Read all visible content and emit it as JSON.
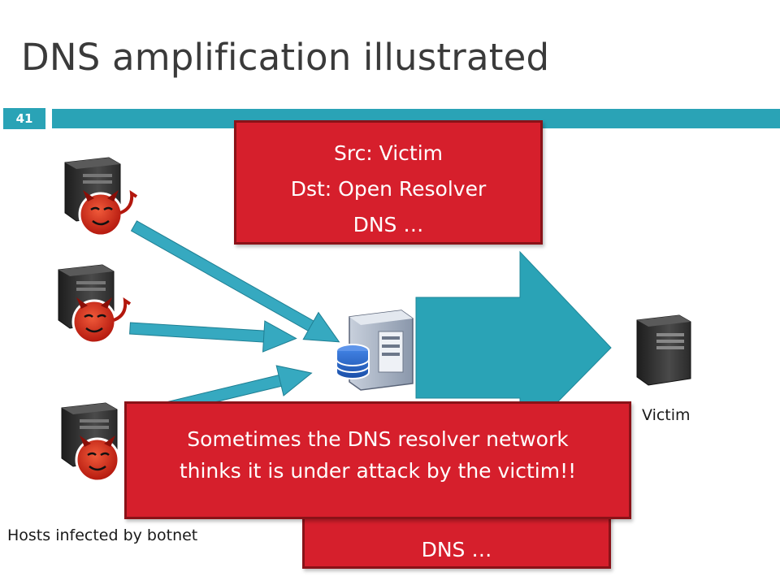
{
  "slide": {
    "title": "DNS amplification illustrated",
    "number": "41"
  },
  "callouts": {
    "request": {
      "lines": [
        "Src: Victim",
        "Dst: Open Resolver",
        "DNS …"
      ]
    },
    "response": {
      "lines": [
        "DNS …"
      ]
    },
    "message": {
      "lines": [
        "Sometimes the DNS resolver network",
        "thinks it is under attack by the victim!!"
      ]
    }
  },
  "labels": {
    "victim": "Victim",
    "hosts": "Hosts infected by botnet"
  },
  "colors": {
    "accent": "#2aa3b6",
    "arrow": "#36a9c0",
    "callout": "#d61f2c",
    "callout_border": "#8a1218"
  },
  "icons": {
    "bot_host": "server-with-devil-icon",
    "resolver": "database-server-icon",
    "victim": "server-tower-icon"
  }
}
